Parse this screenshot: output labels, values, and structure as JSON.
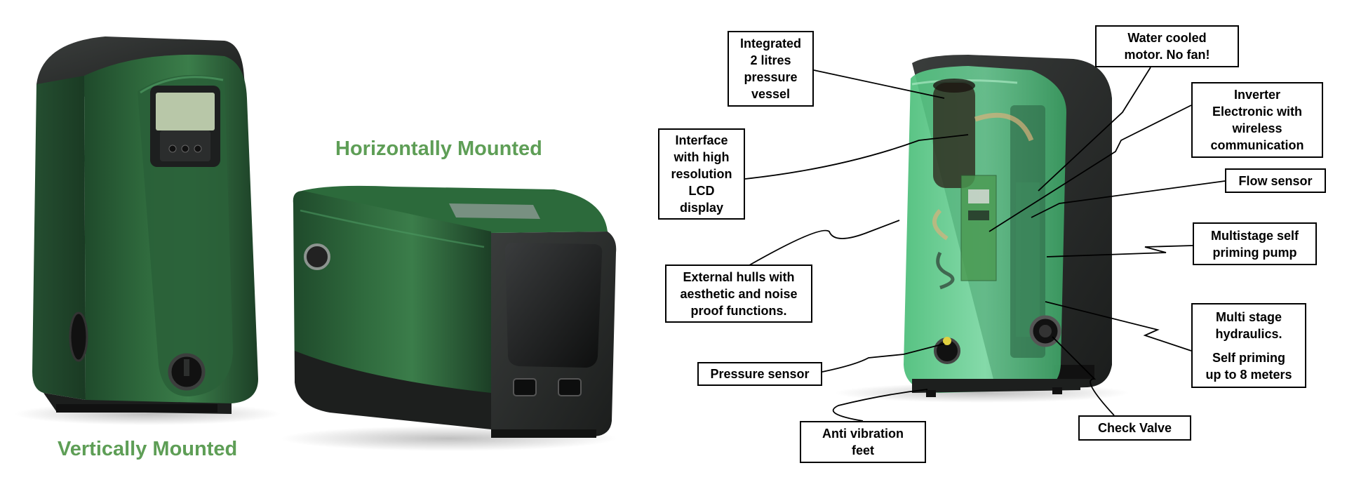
{
  "labels": {
    "horizontal": "Horizontally Mounted",
    "vertical": "Vertically Mounted"
  },
  "callouts": {
    "vessel": "Integrated\n2 litres\npressure\nvessel",
    "interface": "Interface\nwith high\nresolution\nLCD\ndisplay",
    "hulls": "External hulls with\naesthetic and noise\nproof functions.",
    "pressure_sensor": "Pressure sensor",
    "feet": "Anti vibration\nfeet",
    "water_cooled": "Water cooled\nmotor. No fan!",
    "inverter": "Inverter\nElectronic with\nwireless\ncommunication",
    "flow_sensor": "Flow sensor",
    "multistage_pump": "Multistage self\npriming pump",
    "hydraulics_1": "Multi stage\nhydraulics.",
    "hydraulics_2": "Self priming\nup to 8 meters",
    "check_valve": "Check Valve"
  },
  "colors": {
    "pump_green": "#2f6a3d",
    "pump_dark_green": "#1f4a2b",
    "housing_dark": "#2c2f2e",
    "transparent_green": "#3fae6a",
    "label_green": "#5e9e56"
  }
}
